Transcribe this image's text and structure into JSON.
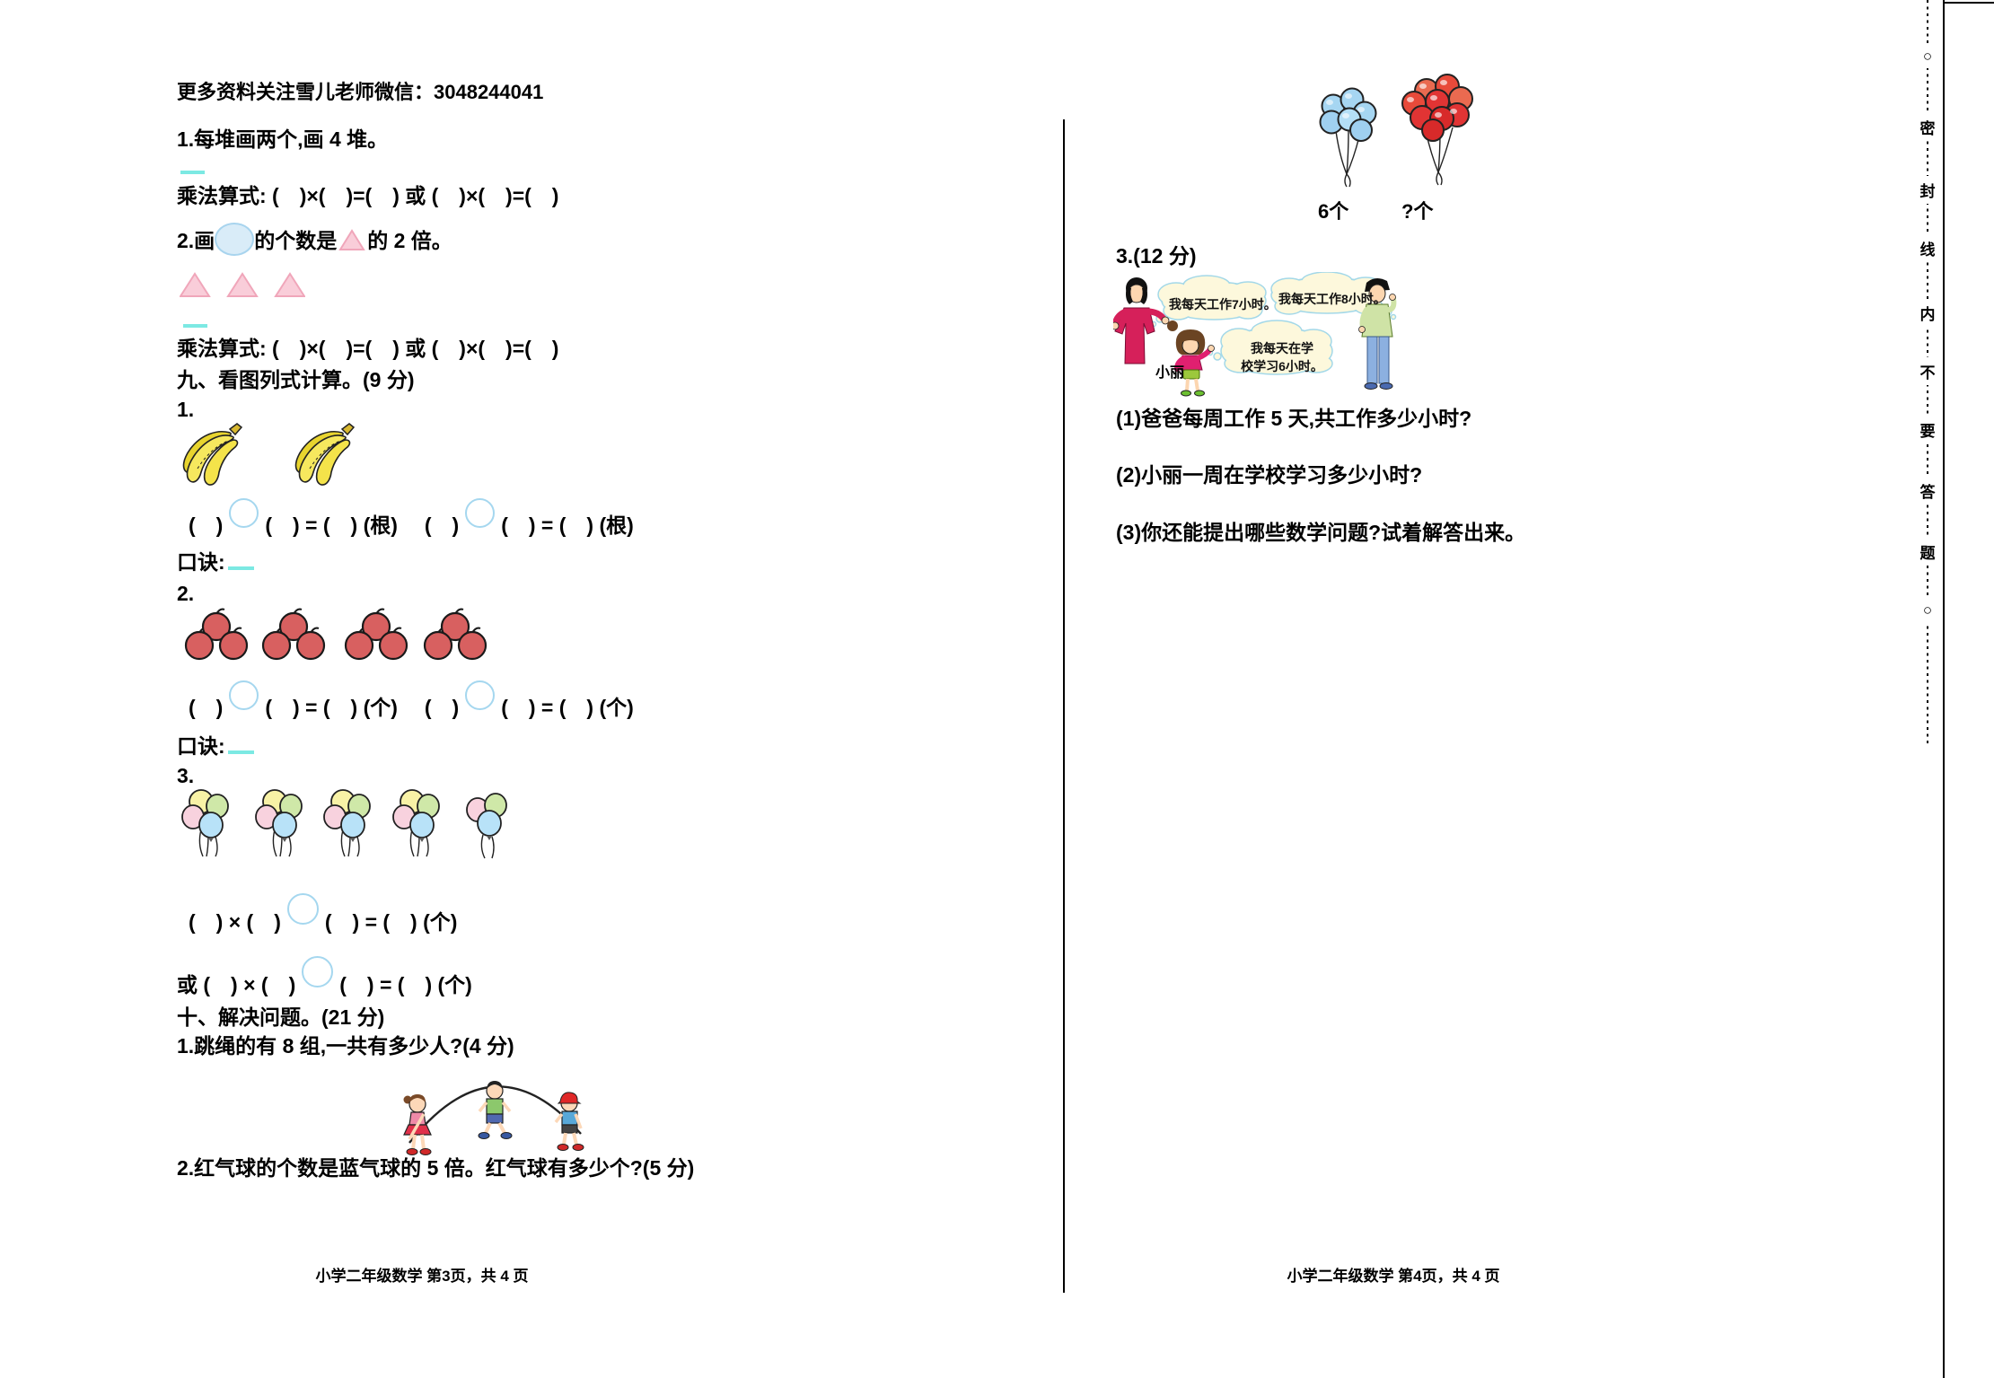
{
  "colors": {
    "accent_cyan": "#7ce9e3",
    "q2_circle_fill": "#d9ecf8",
    "q2_circle_stroke": "#a8d4ee",
    "eq_circle_stroke": "#a5d7ef",
    "triangle_pink_fill": "#f9cdd9",
    "triangle_pink_stroke": "#f0a6ba",
    "banana_yellow": "#f2de3a",
    "apple_red": "#d86060",
    "balloon_blue": "#a6d6f2",
    "balloon_red": "#e13434",
    "bubble_fill": "#fdf8dc",
    "bubble_stroke": "#a3d8e8"
  },
  "left_page": {
    "header": "更多资料关注雪儿老师微信：3048244041",
    "q1": "1.每堆画两个,画 4 堆。",
    "mult_formula_1": "乘法算式: (　)×(　)=(　) 或 (　)×(　)=(　)",
    "q2_prefix": "2.画",
    "q2_mid": "的个数是",
    "q2_suffix": "的 2 倍。",
    "mult_formula_2": "乘法算式: (　)×(　)=(　) 或 (　)×(　)=(　)",
    "section9_title": "九、看图列式计算。(9 分)",
    "sub1_label": "1.",
    "sub2_label": "2.",
    "sub3_label": "3.",
    "eq_bananas": {
      "a": "(　)",
      "b": "(　) = (　) (根)",
      "c": "(　)",
      "d": "(　) = (　) (根)"
    },
    "koujue_label": "口诀:",
    "eq_apples": {
      "a": "(　)",
      "b": "(　) = (　) (个)",
      "c": "(　)",
      "d": "(　) = (　) (个)"
    },
    "eq_balloons1": {
      "a": "(　) × (　)",
      "b": "(　) = (　) (个)"
    },
    "eq_balloons2": {
      "prefix": "或 ",
      "a": "(　) × (　)",
      "b": "(　) = (　) (个)"
    },
    "section10_title": "十、解决问题。(21 分)",
    "q10_1": "1.跳绳的有 8 组,一共有多少人?(4 分)",
    "q10_2": "2.红气球的个数是蓝气球的 5 倍。红气球有多少个?(5 分)",
    "footer": "小学二年级数学 第3页，共 4 页"
  },
  "right_page": {
    "balloon_blue_label": "6个",
    "balloon_red_label": "?个",
    "q3_title": "3.(12 分)",
    "bubble_mom": "我每天工作7小时。",
    "bubble_dad": "我每天工作8小时。",
    "bubble_girl": "我每天在学\n校学习6小时。",
    "girl_name": "小丽",
    "q3_sub1": "(1)爸爸每周工作 5 天,共工作多少小时?",
    "q3_sub2": "(2)小丽一周在学校学习多少小时?",
    "q3_sub3": "(3)你还能提出哪些数学问题?试着解答出来。",
    "footer": "小学二年级数学 第4页，共 4 页"
  },
  "seal": {
    "chars": [
      "○",
      "密",
      "封",
      "线",
      "内",
      "不",
      "要",
      "答",
      "题",
      "○"
    ]
  }
}
